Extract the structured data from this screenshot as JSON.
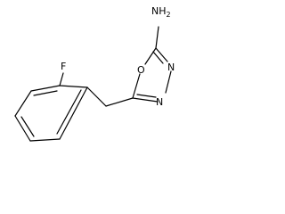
{
  "molecule": {
    "atoms": {
      "amine": "NH2",
      "ring_oxygen": "O",
      "ring_nitrogen_upper": "N",
      "ring_nitrogen_lower": "N",
      "fluorine": "F"
    }
  },
  "colors": {
    "background": "#ffffff",
    "ink": "#000000"
  }
}
